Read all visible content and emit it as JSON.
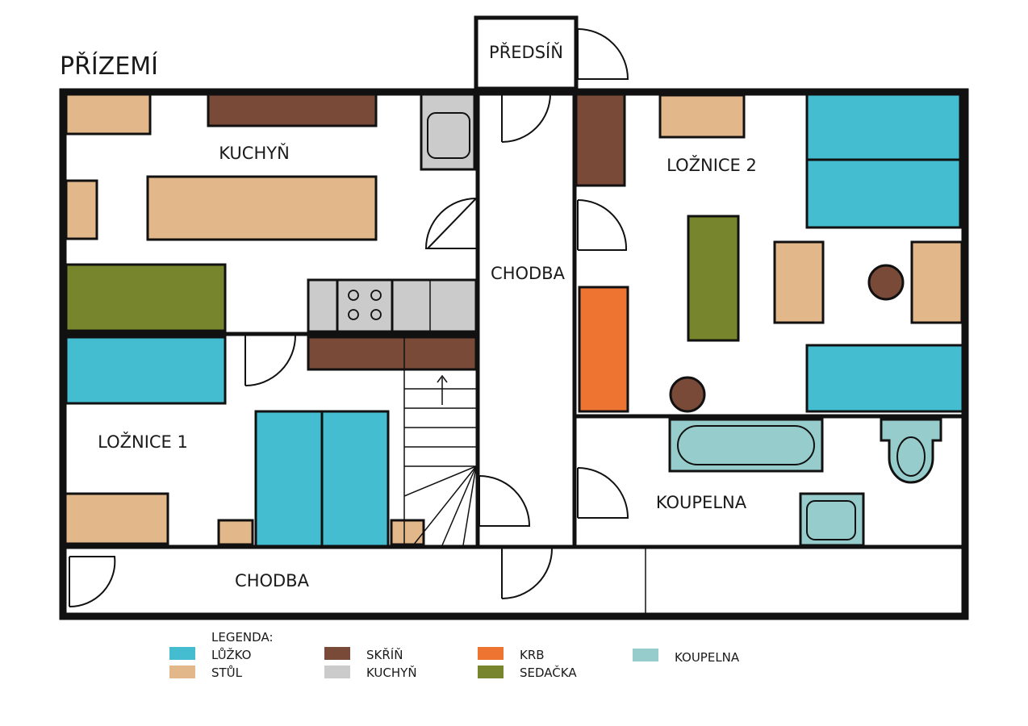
{
  "title": "PŘÍZEMÍ",
  "colors": {
    "wall": "#111111",
    "bed": "#45BDD0",
    "table": "#E2B88B",
    "wardrobe": "#7A4A38",
    "kitchen": "#CBCBCB",
    "fireplace": "#EE7432",
    "sofa": "#77862C",
    "bathroom": "#96CCCB"
  },
  "rooms": {
    "predsin": "PŘEDSÍŇ",
    "kuchyn": "KUCHYŇ",
    "loznice2": "LOŽNICE 2",
    "chodba_vertical": "CHODBA",
    "loznice1": "LOŽNICE 1",
    "koupelna": "KOUPELNA",
    "chodba_bottom": "CHODBA"
  },
  "legend": {
    "heading": "LEGENDA:",
    "items": [
      {
        "label": "LŮŽKO",
        "color": "#45BDD0"
      },
      {
        "label": "STŮL",
        "color": "#E2B88B"
      },
      {
        "label": "SKŘÍŇ",
        "color": "#7A4A38"
      },
      {
        "label": "KUCHYŇ",
        "color": "#CBCBCB"
      },
      {
        "label": "KRB",
        "color": "#EE7432"
      },
      {
        "label": "SEDAČKA",
        "color": "#77862C"
      },
      {
        "label": "KOUPELNA",
        "color": "#96CCCB"
      }
    ]
  }
}
